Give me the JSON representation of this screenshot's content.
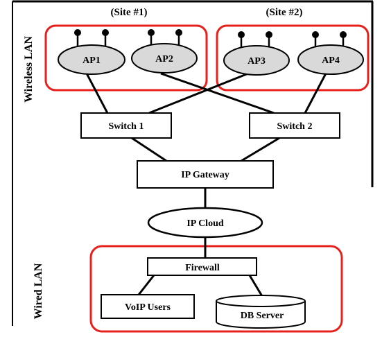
{
  "sites": {
    "site1": "(Site #1)",
    "site2": "(Site #2)"
  },
  "side_labels": {
    "wireless": "Wireless LAN",
    "wired": "Wired LAN"
  },
  "access_points": [
    "AP1",
    "AP2",
    "AP3",
    "AP4"
  ],
  "switches": {
    "switch1": "Switch 1",
    "switch2": "Switch 2"
  },
  "gateway": "IP Gateway",
  "cloud": "IP Cloud",
  "firewall": "Firewall",
  "voip": "VoIP Users",
  "db": "DB Server",
  "colors": {
    "region_border": "#e8201c",
    "ap_fill": "#d9d9d9",
    "line": "#000000"
  }
}
